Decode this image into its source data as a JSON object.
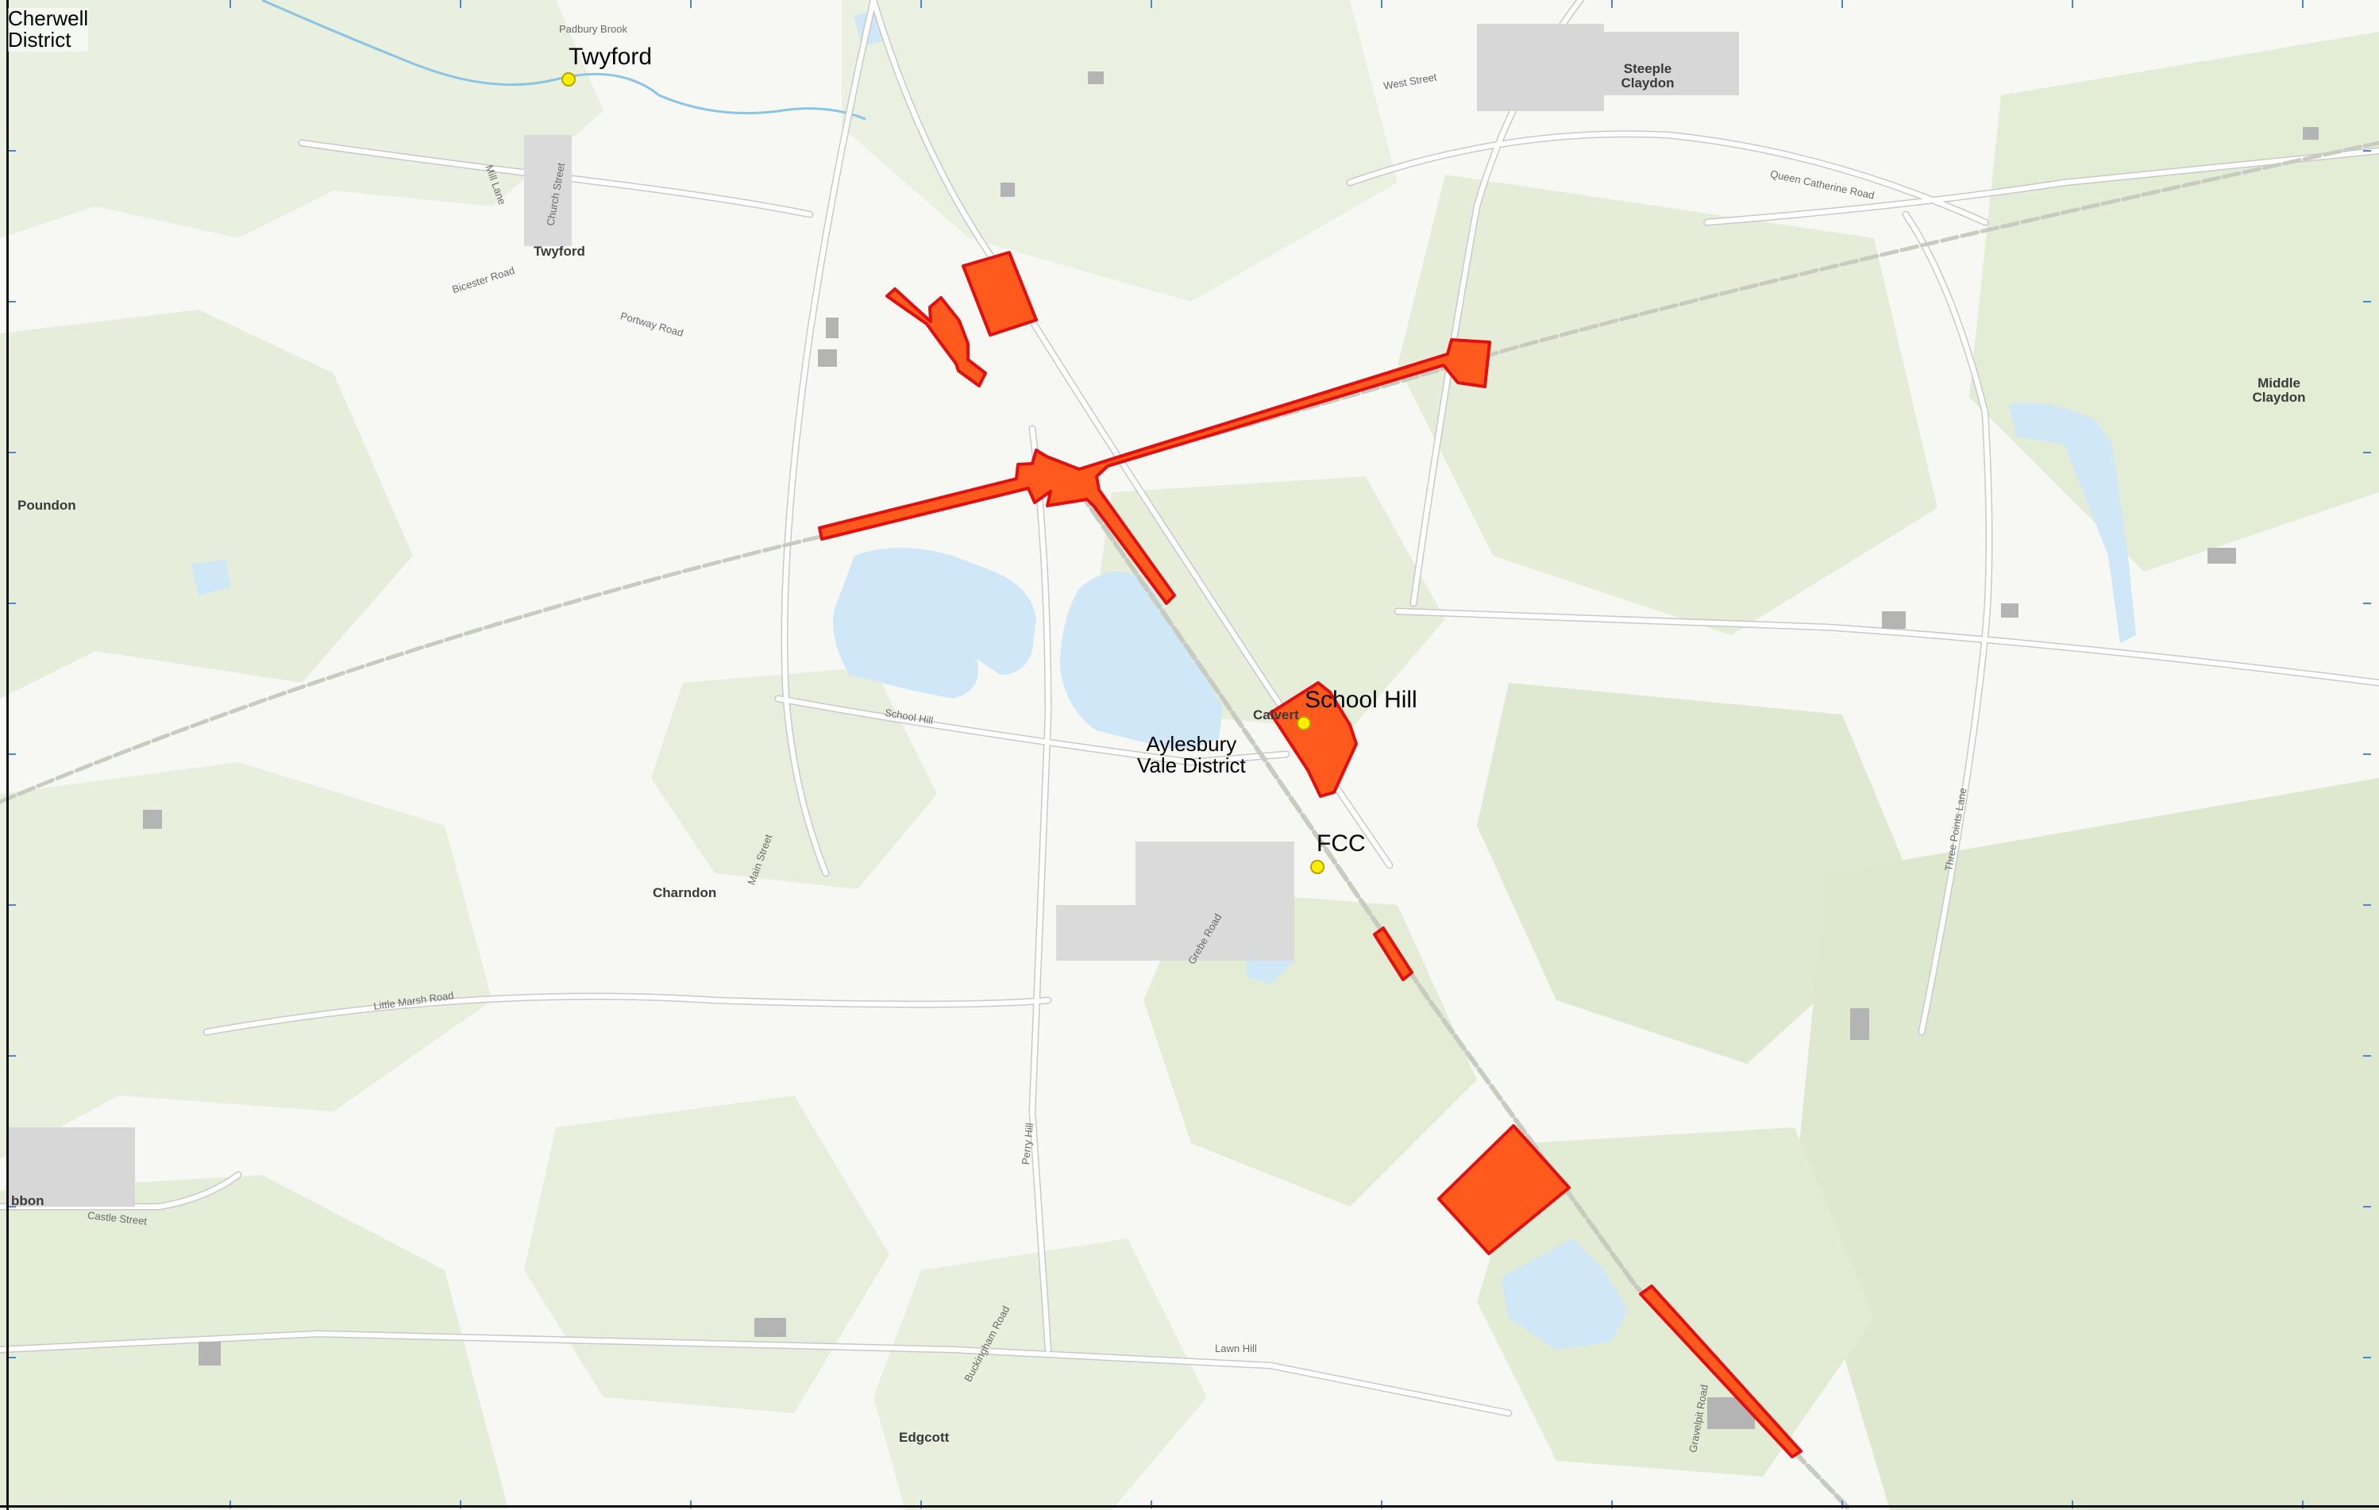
{
  "map": {
    "colors": {
      "background": "#f7f8f4",
      "woodland": "#e3ecd4",
      "water": "#cfe7f6",
      "road": "#ffffff",
      "road_casing": "#c9c9c9",
      "railway": "#c8ccc0",
      "site_fill": "#ff5a1e",
      "site_stroke": "#e01010",
      "point_fill": "#ffee00",
      "point_stroke": "#b8a300"
    },
    "labels": {
      "district_cherwell": "Cherwell\nDistrict",
      "district_aylesbury": "Aylesbury\nVale District",
      "poi_twyford": "Twyford",
      "poi_school_hill": "School Hill",
      "poi_fcc": "FCC"
    },
    "places": [
      "Twyford",
      "Steeple Claydon",
      "Middle Claydon",
      "Poundon",
      "Charndon",
      "Edgcott",
      "Calvert",
      "bbon"
    ],
    "roads": [
      "Padbury Brook",
      "West Street",
      "Queen Catherine Road",
      "Mill Lane",
      "Church Street",
      "Bicester Road",
      "Portway Road",
      "School Hill",
      "Main Street",
      "Little Marsh Road",
      "Perry Hill",
      "Buckingham Road",
      "Lawn Hill",
      "Grebe Road",
      "Three Points Lane",
      "Castle Street",
      "Gravelpit Road"
    ]
  }
}
